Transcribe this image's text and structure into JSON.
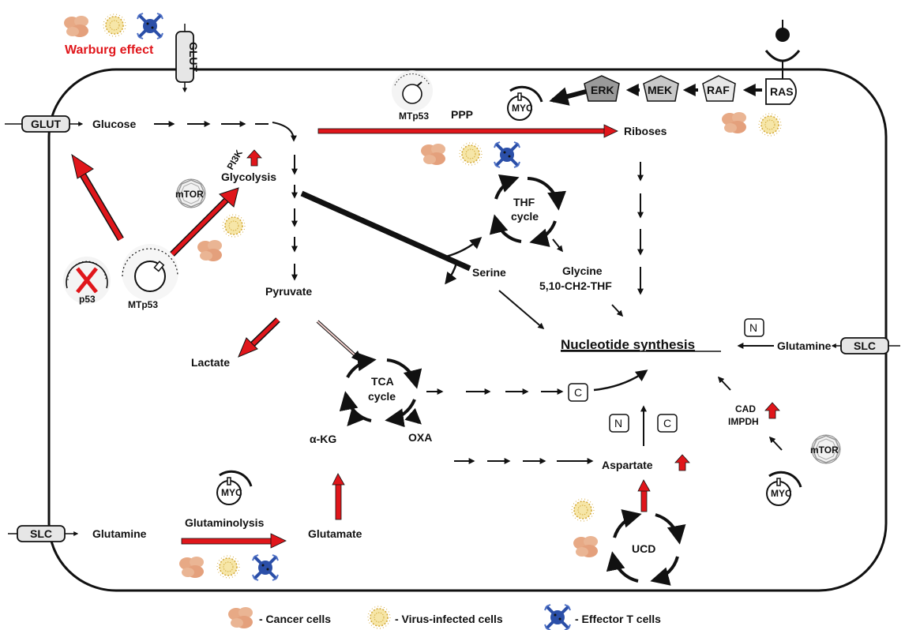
{
  "header": {
    "warburg": "Warburg effect",
    "warburg_color": "#e0161b"
  },
  "transporters": {
    "glut_top": "GLUT",
    "glut_left": "GLUT",
    "slc_left": "SLC",
    "slc_right": "SLC"
  },
  "signaling": {
    "ras": "RAS",
    "raf": "RAF",
    "mek": "MEK",
    "erk": "ERK",
    "myc_top": "MYC",
    "mtp53_top": "MTp53",
    "pi3k": "PI3K",
    "mtor_left": "mTOR",
    "mtp53_left": "MTp53",
    "p53": "p53",
    "myc_bottom": "MYC",
    "myc_right": "MYC",
    "mtor_right": "mTOR"
  },
  "metabolites": {
    "glucose": "Glucose",
    "ppp": "PPP",
    "riboses": "Riboses",
    "glycolysis": "Glycolysis",
    "thf_cycle_line1": "THF",
    "thf_cycle_line2": "cycle",
    "glycine": "Glycine",
    "ch2thf": "5,10-CH2-THF",
    "serine": "Serine",
    "pyruvate": "Pyruvate",
    "lactate": "Lactate",
    "tca_line1": "TCA",
    "tca_line2": "cycle",
    "akg": "α-KG",
    "oxa": "OXA",
    "nucleotide_synthesis": "Nucleotide synthesis",
    "glutamine_right": "Glutamine",
    "c_box_1": "C",
    "n_box_1": "N",
    "c_box_2": "C",
    "n_box_top": "N",
    "aspartate": "Aspartate",
    "cad": "CAD",
    "impdh": "IMPDH",
    "ucd": "UCD",
    "glutamine_left": "Glutamine",
    "glutaminolysis": "Glutaminolysis",
    "glutamate": "Glutamate"
  },
  "legend": {
    "cancer": "- Cancer cells",
    "virus": "- Virus-infected cells",
    "tcells": "- Effector T cells"
  },
  "colors": {
    "red_arrow": "#e0161b",
    "cancer_cell": "#e7a985",
    "virus": "#e4c15a",
    "tcell": "#2b4fa8"
  }
}
